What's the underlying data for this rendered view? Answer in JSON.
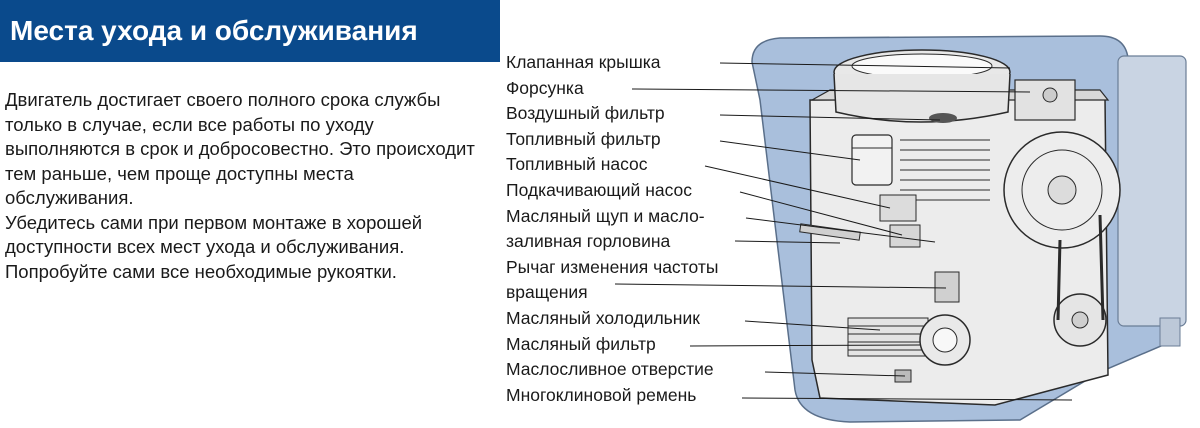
{
  "header": {
    "title": "Места ухода и обслуживания"
  },
  "intro": {
    "paragraph1": "Двигатель достигает своего полного срока службы только в случае, если все работы по уходу выполняются в срок и  добросовестно. Это происходит тем раньше, чем проще доступны места обслуживания.",
    "paragraph2": "Убедитесь сами при первом монтаже в хорошей доступности всех мест ухода и обслуживания.  Попробуйте сами все необходимые рукоятки."
  },
  "callouts": [
    {
      "line1": "Клапанная крышка"
    },
    {
      "line1": "Форсунка"
    },
    {
      "line1": "Воздушный фильтр"
    },
    {
      "line1": "Топливный фильтр"
    },
    {
      "line1": "Топливный насос"
    },
    {
      "line1": "Подкачивающий насос"
    },
    {
      "line1": "Масляный щуп и масло-",
      "line2": "заливная горловина"
    },
    {
      "line1": "Рычаг изменения частоты",
      "line2": "вращения"
    },
    {
      "line1": "Масляный холодильник"
    },
    {
      "line1": "Масляный фильтр"
    },
    {
      "line1": "Маслосливное отверстие"
    },
    {
      "line1": "Многоклиновой ремень"
    }
  ],
  "colors": {
    "title_bg": "#0a4a8c",
    "title_text": "#ffffff",
    "hood_fill": "#a9bfdc",
    "hood_stroke": "#5a6f8a",
    "engine_fill": "#e8e8e8",
    "engine_stroke": "#2a2a2a"
  }
}
